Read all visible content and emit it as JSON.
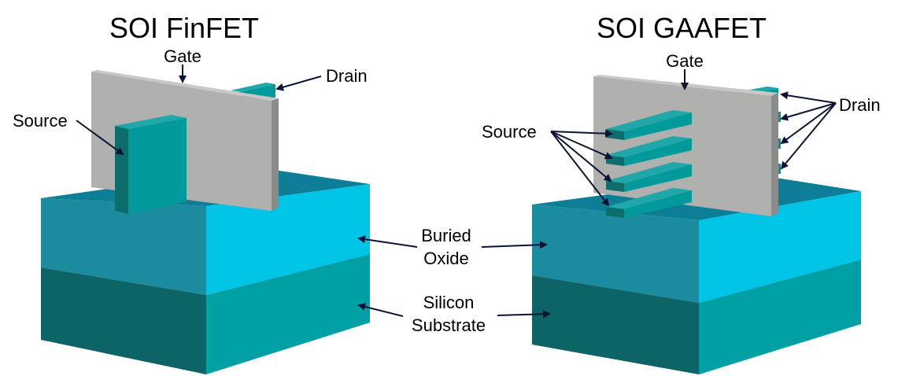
{
  "titles": {
    "finfet": "SOI FinFET",
    "gaafet": "SOI GAAFET"
  },
  "labels": {
    "finfet_gate": "Gate",
    "finfet_drain": "Drain",
    "finfet_source": "Source",
    "gaafet_gate": "Gate",
    "gaafet_source": "Source",
    "gaafet_drain": "Drain",
    "buried_line1": "Buried",
    "buried_line2": "Oxide",
    "substrate_line1": "Silicon",
    "substrate_line2": "Substrate"
  },
  "colors": {
    "oxide_front": "#1b8ca0",
    "oxide_top": "#0c7f96",
    "oxide_right": "#00c4e6",
    "substrate_front": "#0c6467",
    "substrate_right": "#00a0a5",
    "gate_front": "#b0b0ae",
    "gate_top": "#c8c8c6",
    "gate_side": "#8b8b89",
    "fin_front": "#009a9a",
    "fin_top": "#20a8a8",
    "fin_side": "#0b6e6c",
    "arrow": "#0b1435"
  }
}
